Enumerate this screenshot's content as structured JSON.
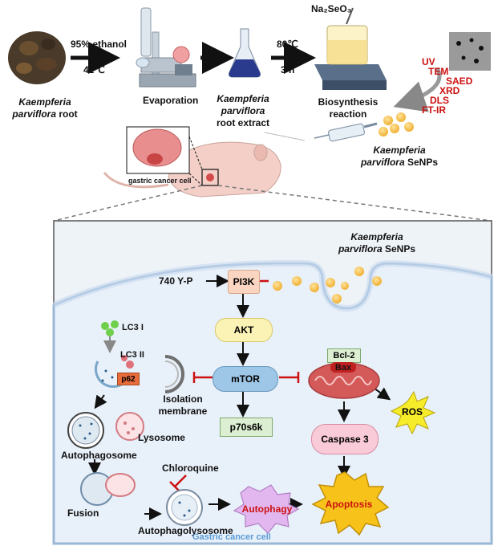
{
  "top": {
    "root_label_italic": "Kaempferia parviflora",
    "root_label_suffix": "root",
    "ethanol": "95% ethanol",
    "temp1": "42℃",
    "evaporation": "Evaporation",
    "extract_italic": "Kaempferia parviflora",
    "extract_suffix": "root extract",
    "temp2": "80℃",
    "time": "3 h",
    "reagent": "Na₂SeO₃",
    "biosynthesis": "Biosynthesis reaction",
    "characterization": [
      "UV",
      "TEM",
      "SAED",
      "XRD",
      "DLS",
      "FT-IR"
    ],
    "senps_italic": "Kaempferia parviflora",
    "senps_suffix": "SeNPs",
    "gastric_inset": "gastric cancer cell"
  },
  "panel": {
    "senps_italic": "Kaempferia parviflora",
    "senps_suffix": "SeNPs",
    "y740p": "740 Y-P",
    "pi3k": "PI3K",
    "akt": "AKT",
    "mtor": "mTOR",
    "p70s6k": "p70s6k",
    "bcl2": "Bcl-2",
    "bax": "Bax",
    "ros": "ROS",
    "caspase3": "Caspase 3",
    "apoptosis": "Apoptosis",
    "autophagy": "Autophagy",
    "chloroquine": "Chloroquine",
    "lc3i": "LC3 I",
    "lc3ii": "LC3 II",
    "p62": "p62",
    "isolation_membrane": "Isolation membrane",
    "lysosome": "Lysosome",
    "autophagosome": "Autophagosome",
    "fusion": "Fusion",
    "autophagolysosome": "Autophagolysosome",
    "cell_label": "Gastric cancer cell"
  },
  "colors": {
    "inhibit": "#cc1111",
    "panel_bg": "#eef3f8",
    "cell_label": "#5b9bd5",
    "pi3k_fill": "#f9d5c2",
    "akt_fill": "#fbf3b6",
    "mtor_fill": "#9ec6e6",
    "p70_fill": "#dcefd2",
    "caspase_fill": "#f9cbd8",
    "apoptosis_fill": "#f7c21a",
    "autophagy_fill": "#e2b7f0",
    "senp_dot": "#f5c04a"
  }
}
